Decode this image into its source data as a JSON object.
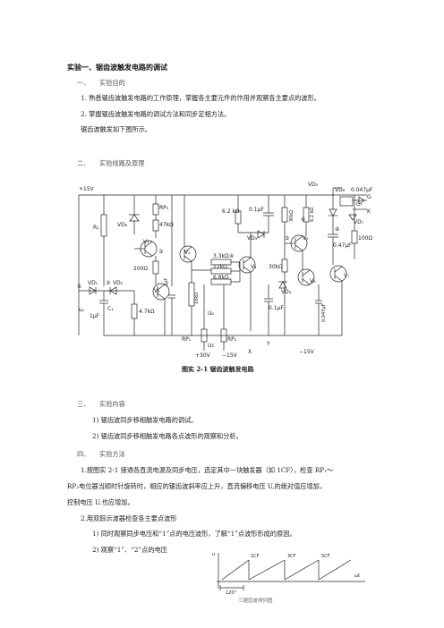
{
  "doc": {
    "title": "实验一、锯齿波触发电路的调试",
    "s1_num": "一、",
    "s1_title": "实验目的",
    "p1": "1. 熟悉锯齿波触发电路的工作原理，掌握各主要元件的作用并观察各主要点的波形。",
    "p2": "2. 掌握锯齿波触发电路的调试方法和同步定相方法。",
    "p3": "锯齿波触发如下图所示。",
    "s2_num": "二、",
    "s2_title": "实验线路及原理",
    "fig_caption": "图实 2-1   锯齿波触发电路",
    "s3_num": "三、",
    "s3_title": "实验内容",
    "c1": "1)   锯齿波同步移相触发电路的调试。",
    "c2": "2)   锯齿波同步移相触发电路各点波形的观察和分析。",
    "s4_num": "四、",
    "s4_title": "实验方法",
    "m1a": "1.按图实 2-1 接通各直流电源及同步电压，选定其中一块触发器（如 1CF），检查 RP₁～",
    "m1b": "RP₂电位器当顺时针旋转时，相应的锯齿波斜率应上升，直流偏移电压 U,的绝对值应增加，",
    "m1c": "控制电压 U.也应增加。",
    "m2": "2.用双踪示波器检查各主要点波形",
    "m2a": "1)   同时观察同步电压和“1”点的电压波形，了解“1”点波形形成的原因。",
    "m2b": "2)   观察“1”、“2”点的电压",
    "wave_caption": "三锯齿波排列图"
  },
  "circuit": {
    "vcc": "+15V",
    "r1": "R₁",
    "vd8": "VD₈",
    "rp3": "RP₃",
    "r47k": "47kΩ",
    "v1": "V₁",
    "c3": "③",
    "r200": "200Ω",
    "v2": "V₂",
    "v3": "V₃",
    "vd1": "VD₁",
    "vd2": "VD₂",
    "c1cap": "C₁",
    "c1uf": "1μF",
    "r47k2": "4.7kΩ",
    "cap1uf": "1μF",
    "r10k": "10kΩ",
    "n1": "①",
    "n2": "②",
    "us": "uₛ",
    "r33k": "3.3kΩ",
    "n4": "④",
    "r12k": "12kΩ",
    "r68k": "6.8kΩ",
    "v4": "V₄",
    "ub": "Uᵦ",
    "r62k": "6.2 kΩ",
    "c01": "0.1μF",
    "vd3": "VD₃",
    "n5": "⑤",
    "v5": "V₅",
    "r30k": "30kΩ",
    "r30k2": "30kΩ",
    "r62k2": "6.2 kΩ",
    "n6": "⑥",
    "n8": "⑧",
    "c47": "0.47μF",
    "r100": "100Ω",
    "v6": "V₆",
    "vd4": "VD₄",
    "c01b": "0.1μF",
    "c047v": "0.047μF",
    "v7": "V₇",
    "vd5": "VD₅",
    "vd6": "VD₆",
    "c047": "0.047μF",
    "c7": "C₇",
    "g": "G",
    "k": "K",
    "vd7": "VD₇",
    "rp1": "RP₁",
    "uc": "Uc",
    "rp2": "RP₂",
    "p30": "+30V",
    "m15": "−15V",
    "x": "X",
    "y": "Y",
    "m15b": "−15V"
  },
  "waveform": {
    "y_label": "u",
    "x_label": "ωt",
    "labels": [
      "1CF",
      "3CF",
      "5CF"
    ],
    "angle": "120°"
  }
}
